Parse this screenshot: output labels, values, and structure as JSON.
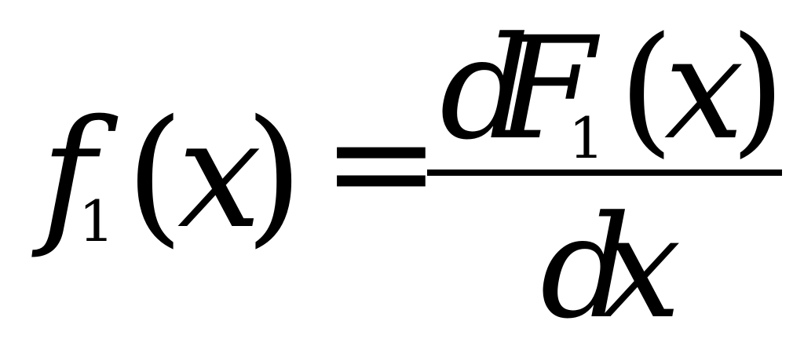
{
  "formula": {
    "lhs": {
      "function": "f",
      "subscript": "1",
      "open_paren": "(",
      "variable": "x",
      "close_paren": ")"
    },
    "equals": "=",
    "rhs": {
      "numerator": {
        "differential": "d",
        "function": "F",
        "subscript": "1",
        "open_paren": "(",
        "variable": "x",
        "close_paren": ")"
      },
      "denominator": {
        "differential": "d",
        "variable": "x"
      }
    }
  }
}
